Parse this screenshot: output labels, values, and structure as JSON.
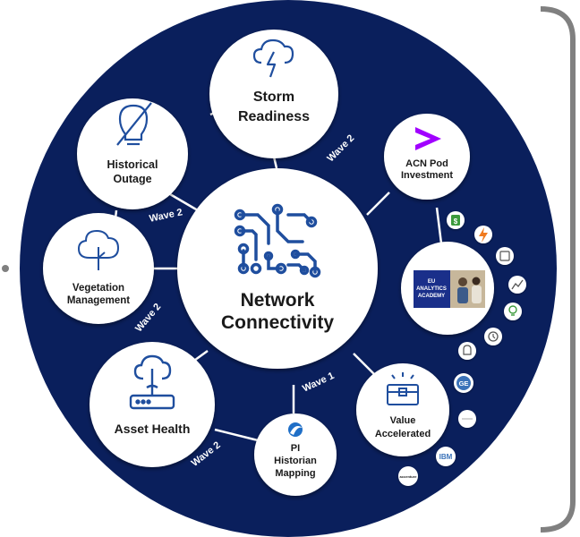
{
  "center": {
    "line1": "Network",
    "line2": "Connectivity"
  },
  "nodes": {
    "storm": {
      "line1": "Storm",
      "line2": "Readiness"
    },
    "historical_outage": {
      "line1": "Historical",
      "line2": "Outage"
    },
    "vegetation": {
      "line1": "Vegetation",
      "line2": "Management"
    },
    "asset_health": {
      "line1": "Asset Health"
    },
    "pi_historian": {
      "line1": "PI",
      "line2": "Historian",
      "line3": "Mapping"
    },
    "value_accelerated": {
      "line1": "Value",
      "line2": "Accelerated"
    },
    "acn_pod": {
      "line1": "ACN Pod",
      "line2": "Investment"
    },
    "eu_academy": {
      "line1": "EU",
      "line2": "ANALYTICS",
      "line3": "ACADEMY"
    }
  },
  "waves": {
    "storm": "Wave 2",
    "historical": "Wave 2",
    "vegetation": "Wave 2",
    "asset_health": "Wave 2",
    "pi": "Wave 1"
  },
  "small_logos": {
    "ge": "GE",
    "ibm": "IBM",
    "accenture": "accenture"
  },
  "colors": {
    "navy": "#0a1f5c",
    "accent_purple": "#a100ff",
    "icon_blue": "#1f4e9e",
    "green": "#3c9a3c",
    "orange": "#f07a1e"
  }
}
